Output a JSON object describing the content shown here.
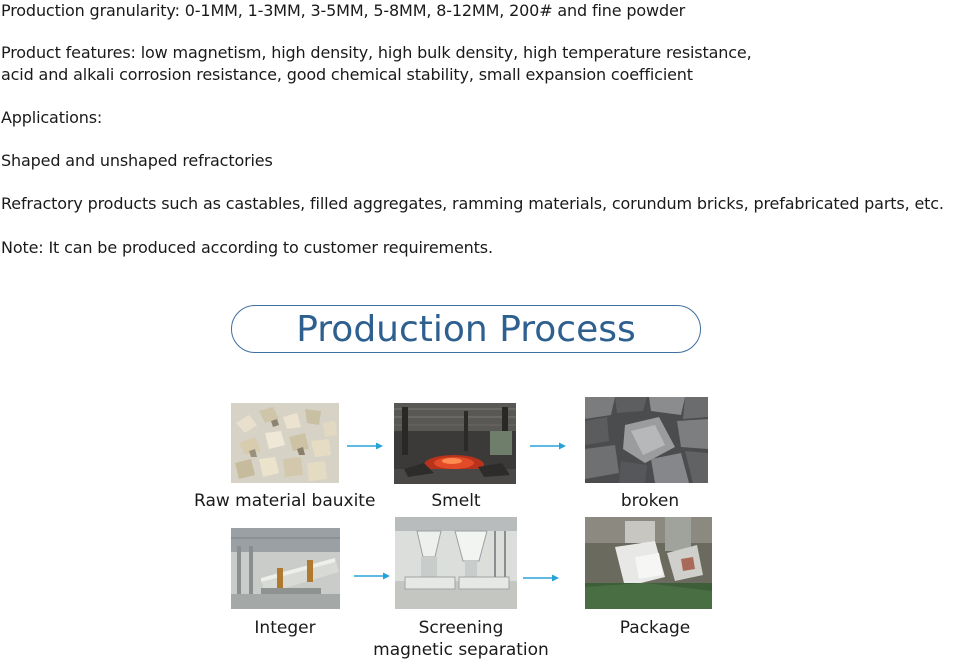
{
  "paragraphs": {
    "granularity": "Production granularity: 0-1MM, 1-3MM, 3-5MM, 5-8MM, 8-12MM, 200# and fine powder",
    "features_line1": "Product features: low magnetism, high density, high bulk density, high temperature resistance,",
    "features_line2": "acid and alkali corrosion resistance, good chemical stability, small expansion coefficient",
    "applications": "Applications:",
    "shaped": "Shaped and unshaped refractories",
    "refractory_products": "Refractory products such as castables, filled aggregates, ramming materials, corundum bricks, prefabricated parts, etc.",
    "note": "Note: It can be produced according to customer requirements."
  },
  "process": {
    "title": "Production Process",
    "steps": [
      {
        "caption": "Raw material bauxite",
        "image": "bauxite-photo"
      },
      {
        "caption": "Smelt",
        "image": "furnace-photo"
      },
      {
        "caption": "broken",
        "image": "crushed-rock-photo"
      },
      {
        "caption": "Integer",
        "image": "rotary-kiln-photo"
      },
      {
        "caption_line1": "Screening",
        "caption_line2": "magnetic separation",
        "image": "screening-machine-photo"
      },
      {
        "caption": "Package",
        "image": "packaging-photo"
      }
    ],
    "arrow_color": "#29a3d6",
    "title_color": "#2d5f8f"
  }
}
